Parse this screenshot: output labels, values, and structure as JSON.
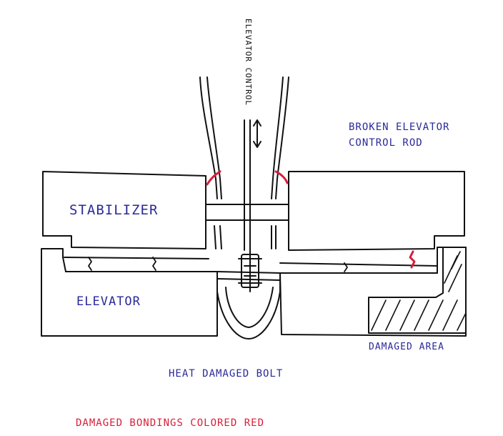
{
  "labels": {
    "stabilizer": "STABILIZER",
    "elevator": "ELEVATOR",
    "elevator_control": "ELEVATOR CONTROL",
    "broken_rod_line1": "BROKEN ELEVATOR",
    "broken_rod_line2": "CONTROL ROD",
    "damaged_area": "DAMAGED AREA",
    "heat_damaged_bolt": "HEAT DAMAGED BOLT",
    "damaged_bondings": "DAMAGED BONDINGS COLORED RED"
  },
  "colors": {
    "ink": "#111111",
    "label_blue": "#2a2a9a",
    "damage_red": "#d81e3a",
    "background": "#ffffff"
  }
}
